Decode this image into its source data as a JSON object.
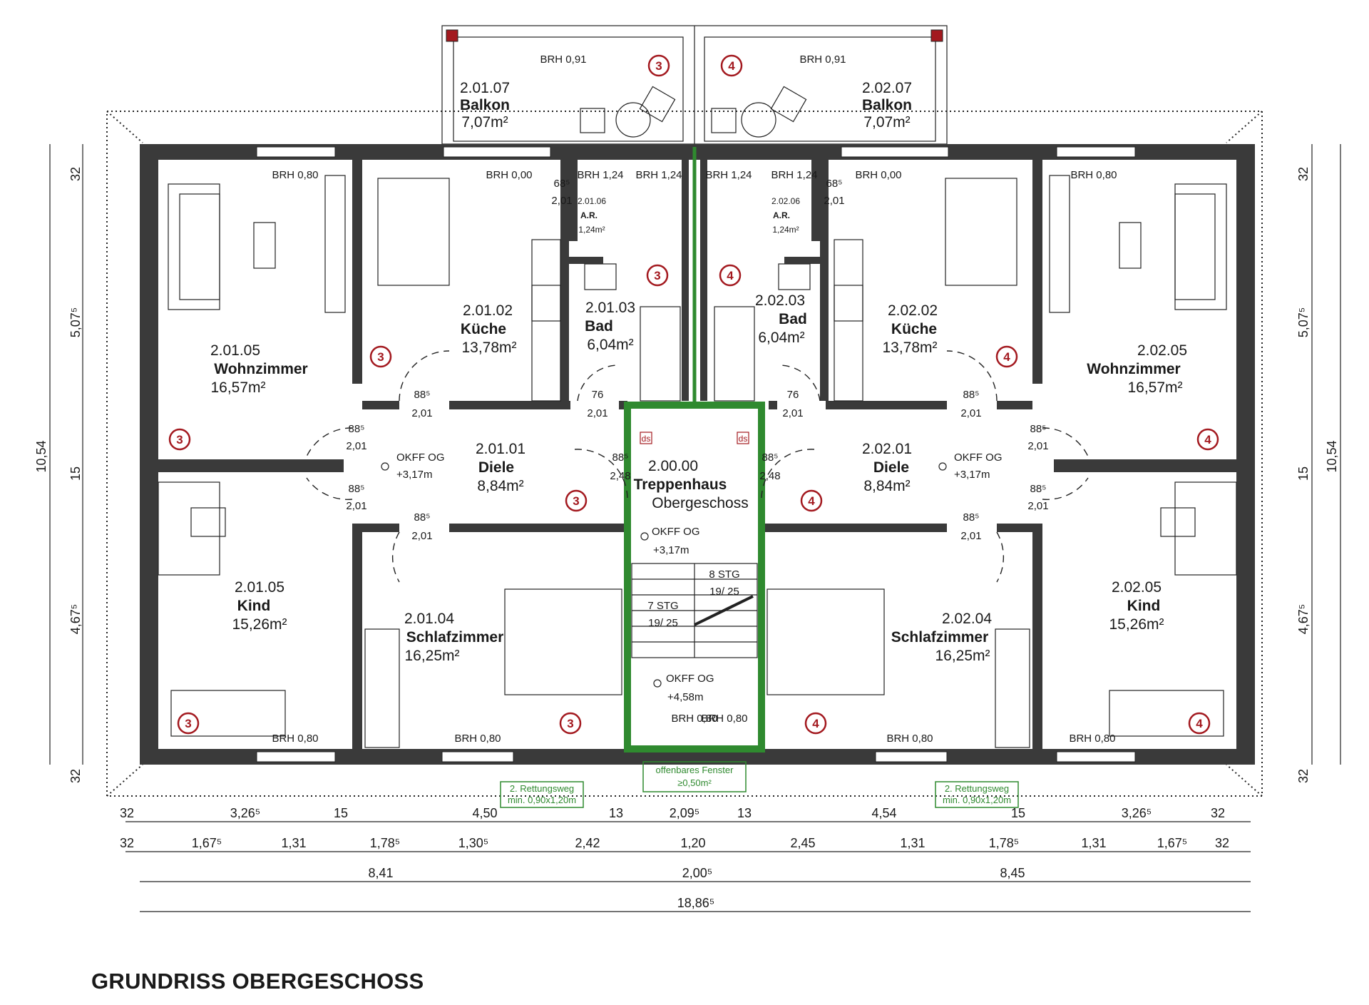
{
  "title": "GRUNDRISS OBERGESCHOSS",
  "rooms": [
    {
      "id": "2.01.07",
      "name": "Balkon",
      "area": "7,07m²"
    },
    {
      "id": "2.02.07",
      "name": "Balkon",
      "area": "7,07m²"
    },
    {
      "id": "2.01.05",
      "name": "Wohnzimmer",
      "area": "16,57m²"
    },
    {
      "id": "2.01.02",
      "name": "Küche",
      "area": "13,78m²"
    },
    {
      "id": "2.01.03",
      "name": "Bad",
      "area": "6,04m²"
    },
    {
      "id": "2.02.03",
      "name": "Bad",
      "area": "6,04m²"
    },
    {
      "id": "2.02.02",
      "name": "Küche",
      "area": "13,78m²"
    },
    {
      "id": "2.02.05",
      "name": "Wohnzimmer",
      "area": "16,57m²"
    },
    {
      "id": "2.01.01",
      "name": "Diele",
      "area": "8,84m²"
    },
    {
      "id": "2.00.00",
      "name": "Treppenhaus",
      "area": "Obergeschoss"
    },
    {
      "id": "2.02.01",
      "name": "Diele",
      "area": "8,84m²"
    },
    {
      "id": "2.01.05",
      "name": "Kind",
      "area": "15,26m²"
    },
    {
      "id": "2.01.04",
      "name": "Schlafzimmer",
      "area": "16,25m²"
    },
    {
      "id": "2.02.04",
      "name": "Schlafzimmer",
      "area": "16,25m²"
    },
    {
      "id": "2.02.05",
      "name": "Kind",
      "area": "15,26m²"
    }
  ],
  "storage": [
    {
      "id": "2.01.06",
      "name": "A.R.",
      "area": "1,24m²"
    },
    {
      "id": "2.02.06",
      "name": "A.R.",
      "area": "1,24m²"
    }
  ],
  "brh": [
    "BRH 0,91",
    "BRH 0,91",
    "BRH 0,80",
    "BRH 0,00",
    "BRH 1,24",
    "BRH 1,24",
    "BRH 1,24",
    "BRH 1,24",
    "BRH 0,00",
    "BRH 0,80",
    "BRH 0,80",
    "BRH 0,80",
    "BRH 0,80",
    "BRH 0,80",
    "BRH 0,80",
    "BRH 0,80",
    "BRH 0,80"
  ],
  "doors": [
    "88⁵",
    "2,01",
    "68⁵",
    "2,01",
    "76",
    "2,48",
    "OKFF OG"
  ],
  "door_labels": {
    "d_88_201": [
      "88⁵",
      "2,01"
    ],
    "d_68_201": [
      "68⁵",
      "2,01"
    ],
    "d_76_201": [
      "76",
      "2,01"
    ],
    "d_88_248": [
      "88⁵",
      "2,48"
    ]
  },
  "levels": {
    "okff": "OKFF OG",
    "h317": "+3,17m",
    "h458": "+4,58m"
  },
  "stairs": {
    "a": "8 STG",
    "a2": "19/ 25",
    "b": "7 STG",
    "b2": "19/ 25",
    "brh": "BRH 0,80",
    "ds": "ds"
  },
  "badges": {
    "unit1": "3",
    "unit2": "4"
  },
  "escape": {
    "line1": "2. Rettungsweg",
    "line2": "min. 0,90x1,20m",
    "window1": "offenbares Fenster",
    "window2": "≥0,50m²"
  },
  "dims_row1": [
    "32",
    "3,26⁵",
    "15",
    "4,50",
    "13",
    "2,09⁵",
    "13",
    "4,54",
    "15",
    "3,26⁵",
    "32"
  ],
  "dims_row2": [
    "32",
    "1,67⁵",
    "1,31",
    "1,78⁵",
    "1,30⁵",
    "2,42",
    "1,20",
    "2,45",
    "1,31",
    "1,78⁵",
    "1,31",
    "1,67⁵",
    "32"
  ],
  "dims_row3": [
    "8,41",
    "2,00⁵",
    "8,45"
  ],
  "dims_row4": [
    "18,86⁵"
  ],
  "dims_left": [
    "32",
    "5,07⁵",
    "15",
    "4,67⁵",
    "32",
    "10,54"
  ],
  "dims_right": [
    "32",
    "5,07⁵",
    "15",
    "4,67⁵",
    "32",
    "10,54"
  ],
  "colors": {
    "wall": "#3a3a3a",
    "badge": "#a3191f",
    "stair": "#2f8a2f"
  }
}
